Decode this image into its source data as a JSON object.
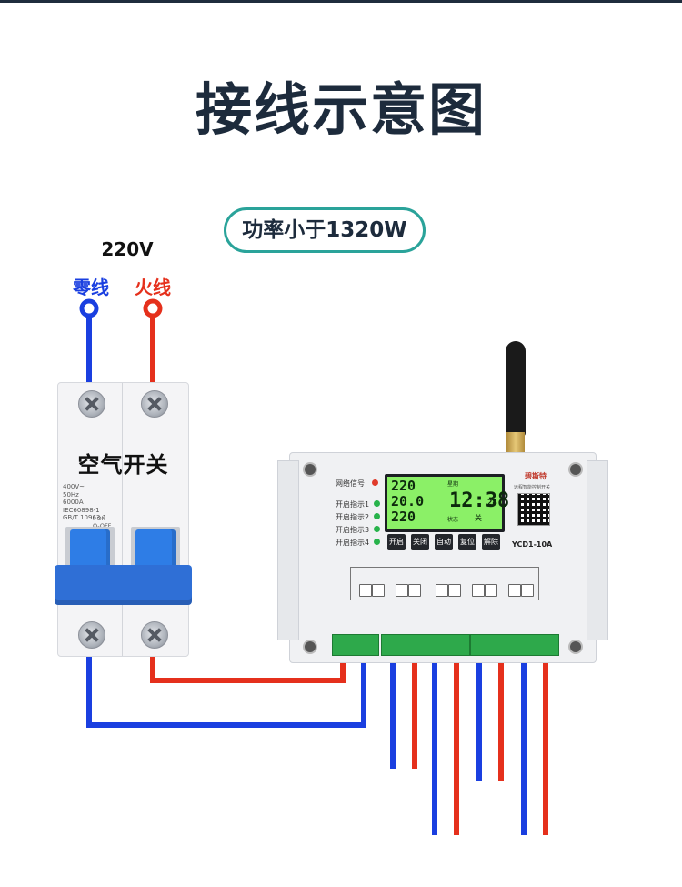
{
  "title": "接线示意图",
  "power_note": "功率小于1320W",
  "voltage_label": "220V",
  "neutral_label": "零线",
  "live_label": "火线",
  "breaker": {
    "label": "空气开关",
    "specs": [
      "400V~",
      "50Hz",
      "6000A",
      "IEC60898-1",
      "GB/T 10963.1"
    ],
    "on_label": "I-ON",
    "off_label": "O-OFF"
  },
  "controller": {
    "network_label": "网络信号",
    "indicators": [
      "开启指示1",
      "开启指示2",
      "开启指示3",
      "开启指示4"
    ],
    "lcd": {
      "voltage": "220",
      "current": "20.0",
      "power": "220",
      "clock": "12:38",
      "seconds": "24",
      "weekday_label": "星期",
      "status_label": "状态",
      "status_value": "关"
    },
    "buttons": [
      "开启",
      "关闭",
      "自动",
      "复位",
      "解除"
    ],
    "brand": "碧斯特",
    "brand_sub": "远程智能控制开关",
    "model": "YCD1-10A"
  },
  "colors": {
    "neutral": "#1a3fe0",
    "live": "#e5301c",
    "accent": "#2aa39a",
    "title": "#1d2b3c"
  }
}
